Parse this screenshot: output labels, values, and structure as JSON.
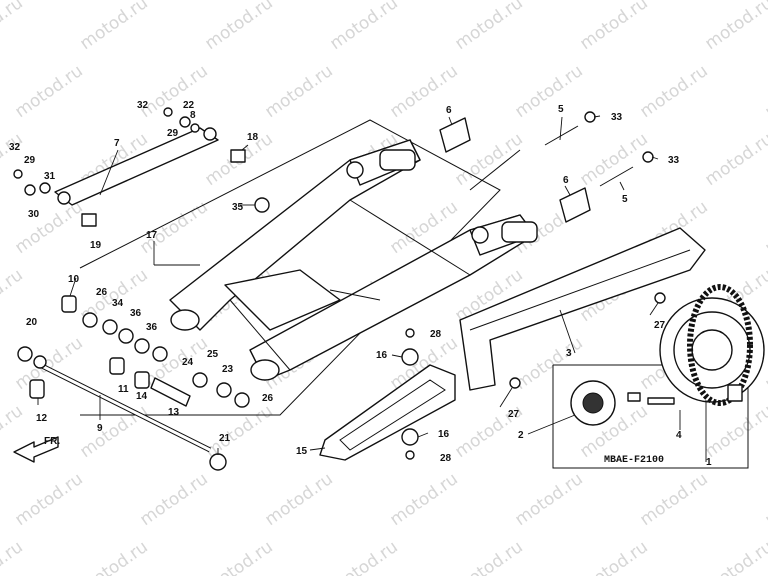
{
  "watermark": "motod.ru",
  "diagram_code": "MBAE-F2100",
  "direction_label": "FR.",
  "callouts": [
    "1",
    "2",
    "3",
    "4",
    "5",
    "5",
    "6",
    "6",
    "7",
    "8",
    "9",
    "10",
    "11",
    "12",
    "13",
    "14",
    "15",
    "16",
    "16",
    "17",
    "18",
    "19",
    "20",
    "21",
    "22",
    "23",
    "24",
    "25",
    "26",
    "26",
    "27",
    "27",
    "28",
    "28",
    "29",
    "29",
    "30",
    "31",
    "32",
    "32",
    "33",
    "33",
    "34",
    "35",
    "36",
    "36"
  ]
}
